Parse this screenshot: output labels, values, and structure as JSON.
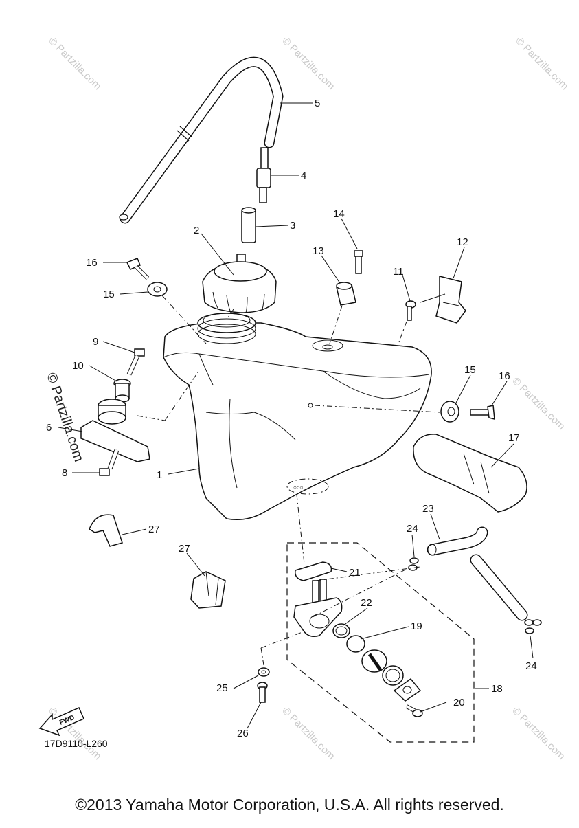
{
  "diagram": {
    "drawing_code": "17D9110-L260",
    "fwd_label": "FWD",
    "copyright": "©2013 Yamaha Motor Corporation, U.S.A. All rights reserved.",
    "watermark": "© Partzilla.com",
    "callouts": [
      "1",
      "2",
      "3",
      "4",
      "5",
      "6",
      "8",
      "9",
      "10",
      "11",
      "12",
      "13",
      "14",
      "15",
      "15",
      "16",
      "16",
      "17",
      "18",
      "19",
      "20",
      "21",
      "22",
      "23",
      "24",
      "24",
      "25",
      "26",
      "27",
      "27"
    ]
  }
}
